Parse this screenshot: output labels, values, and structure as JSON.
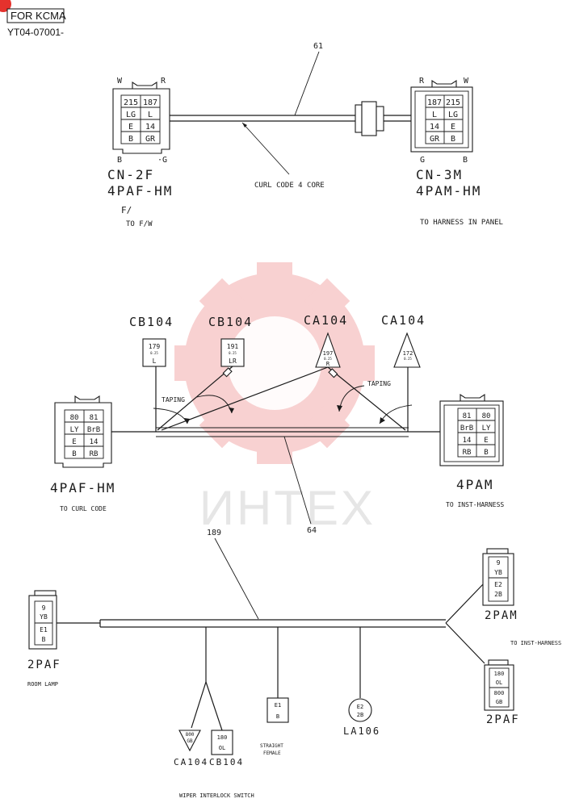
{
  "header": {
    "for_label": "FOR KCMA",
    "doc_code": "YT04-07001-"
  },
  "watermark": {
    "text": "ИНТЕХ",
    "color": "#f2b6b6"
  },
  "colors": {
    "ink": "#1a1a1a",
    "badge": "#e5322d"
  },
  "section1": {
    "callout": "61",
    "curl_code": "CURL CODE 4 CORE",
    "left": {
      "top_w": "W",
      "top_r": "R",
      "bot_b": "B",
      "bot_g": "·G",
      "cells": [
        "215",
        "187",
        "LG",
        "L",
        "E",
        "14",
        "B",
        "GR"
      ],
      "name": "CN-2F",
      "type": "4PAF-HM",
      "note1": "F/",
      "note2": "TO F/W"
    },
    "right": {
      "top_r": "R",
      "top_w": "W",
      "bot_g": "G",
      "bot_b": "B",
      "cells": [
        "187",
        "215",
        "L",
        "LG",
        "14",
        "E",
        "GR",
        "B"
      ],
      "name": "CN-3M",
      "type": "4PAM-HM",
      "note": "TO HARNESS IN PANEL"
    }
  },
  "section2": {
    "cb104_a": {
      "label": "CB104",
      "code": "179",
      "size": "0.25",
      "color": "L"
    },
    "cb104_b": {
      "label": "CB104",
      "code": "191",
      "size": "0.25",
      "color": "LR"
    },
    "ca104_a": {
      "label": "CA104",
      "code": "197",
      "size": "0.25",
      "color": "R"
    },
    "ca104_b": {
      "label": "CA104",
      "code": "172",
      "size": "0.25"
    },
    "taping_left": "TAPING",
    "taping_right": "TAPING",
    "callout": "64",
    "left": {
      "cells": [
        "80",
        "81",
        "LY",
        "BrB",
        "E",
        "14",
        "B",
        "RB"
      ],
      "type": "4PAF-HM",
      "note": "TO CURL CODE"
    },
    "right": {
      "cells": [
        "81",
        "80",
        "BrB",
        "LY",
        "14",
        "E",
        "RB",
        "B"
      ],
      "type": "4PAM",
      "note": "TO INST-HARNESS"
    }
  },
  "section3": {
    "callout": "189",
    "left_conn": {
      "cells": [
        "9",
        "YB",
        "E1",
        "B"
      ],
      "type": "2PAF",
      "note": "ROOM LAMP"
    },
    "right_top": {
      "cells": [
        "9",
        "YB",
        "E2",
        "2B"
      ],
      "type": "2PAM"
    },
    "right_bottom": {
      "cells": [
        "180",
        "OL",
        "800",
        "GB"
      ],
      "type": "2PAF"
    },
    "inst_note": "TO INST-HARNESS",
    "ca104": {
      "code": "800",
      "color": "GB",
      "label": "CA104"
    },
    "cb104": {
      "code": "180",
      "color": "OL",
      "label": "CB104"
    },
    "straight": {
      "code": "E1",
      "color": "B",
      "note1": "STRAIGHT",
      "note2": "FEMALE"
    },
    "la106": {
      "code": "E2",
      "color": "2B",
      "label": "LA106"
    },
    "wiper_note": "WIPER INTERLOCK SWITCH"
  }
}
